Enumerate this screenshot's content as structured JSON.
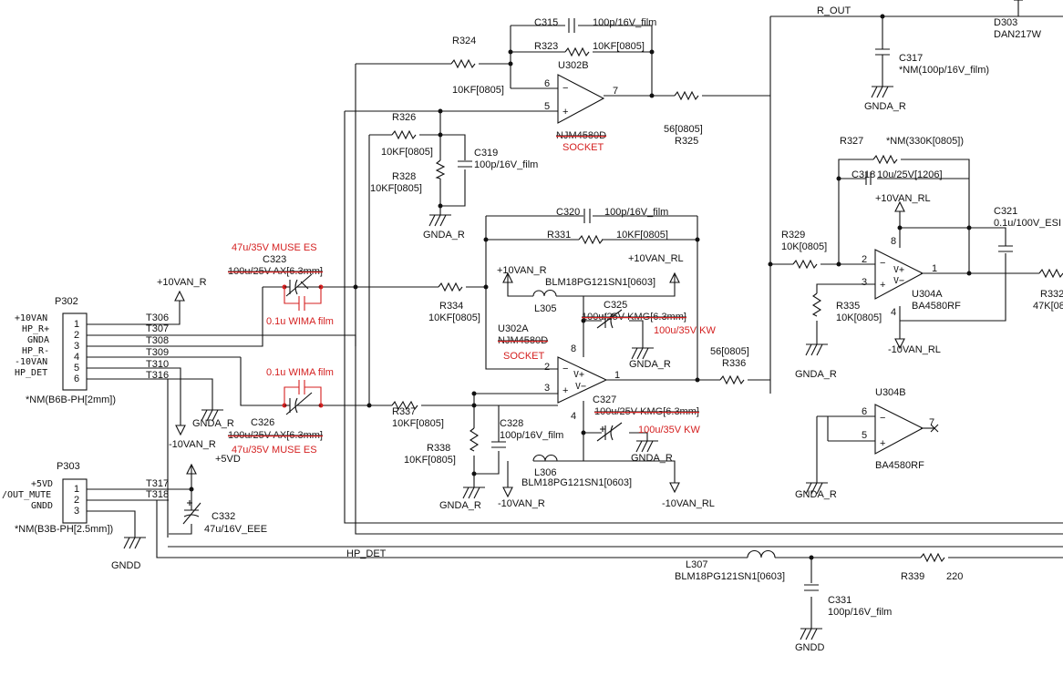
{
  "colors": {
    "wire": "#111111",
    "modification": "#d42020",
    "background": "#ffffff"
  },
  "nets": {
    "r_out": "R_OUT",
    "hp_det": "HP_DET"
  },
  "components": {
    "c315": {
      "ref": "C315",
      "value": "100p/16V_film"
    },
    "r323": {
      "ref": "R323",
      "value": "10KF[0805]"
    },
    "r324": {
      "ref": "R324",
      "value": "10KF[0805]"
    },
    "u302b": {
      "ref": "U302B"
    },
    "u302b_pins": {
      "inv": "6",
      "noninv": "5",
      "out": "7"
    },
    "r325": {
      "ref": "R325",
      "value": "56[0805]"
    },
    "r326": {
      "ref": "R326",
      "value": "10KF[0805]"
    },
    "r328": {
      "ref": "R328",
      "value": "10KF[0805]"
    },
    "c319": {
      "ref": "C319",
      "value": "100p/16V_film"
    },
    "gnda_r": "GNDA_R",
    "d303": {
      "ref": "D303",
      "value": "DAN217W"
    },
    "c317": {
      "ref": "C317",
      "value": "*NM(100p/16V_film)"
    },
    "r327": {
      "ref": "R327",
      "value": "*NM(330K[0805])"
    },
    "c318": {
      "ref": "C318",
      "value": "10u/25V[1206]"
    },
    "c320": {
      "ref": "C320",
      "value": "100p/16V_film"
    },
    "r331": {
      "ref": "R331",
      "value": "10KF[0805]"
    },
    "c321": {
      "ref": "C321",
      "value": "0.1u/100V_ESI"
    },
    "r329": {
      "ref": "R329",
      "value": "10K[0805]"
    },
    "u304a": {
      "ref": "U304A",
      "value": "BA4580RF"
    },
    "u304a_pins": {
      "inv": "2",
      "noninv": "3",
      "out": "1",
      "vp": "8",
      "vn": "4"
    },
    "r335": {
      "ref": "R335",
      "value": "10K[0805]"
    },
    "r332": {
      "ref": "R332",
      "value": "47K[08"
    },
    "c323": {
      "ref": "C323",
      "value": "100u/25V AX[6.3mm]",
      "replacement": "47u/35V MUSE ES",
      "bypass": "0.1u WIMA film"
    },
    "c326": {
      "ref": "C326",
      "value": "100u/25V AX[6.3mm]",
      "replacement": "47u/35V MUSE ES",
      "bypass": "0.1u WIMA film"
    },
    "r334": {
      "ref": "R334",
      "value": "10KF[0805]"
    },
    "l305": {
      "ref": "L305",
      "value": "BLM18PG121SN1[0603]"
    },
    "c325": {
      "ref": "C325",
      "value": "100u/25V KMG[6.3mm]",
      "replacement": "100u/35V KW"
    },
    "u302a": {
      "ref": "U302A",
      "value": "NJM4580D",
      "socket": "SOCKET"
    },
    "u302a_pins": {
      "inv": "2",
      "noninv": "3",
      "out": "1",
      "vp": "8",
      "vn": "4"
    },
    "u302b_part": {
      "value": "NJM4580D",
      "socket": "SOCKET"
    },
    "r336": {
      "ref": "R336",
      "value": "56[0805]"
    },
    "r337": {
      "ref": "R337",
      "value": "10KF[0805]"
    },
    "r338": {
      "ref": "R338",
      "value": "10KF[0805]"
    },
    "c328": {
      "ref": "C328",
      "value": "100p/16V_film"
    },
    "c327": {
      "ref": "C327",
      "value": "100u/25V KMG[6.3mm]",
      "replacement": "100u/35V KW"
    },
    "l306": {
      "ref": "L306",
      "value": "BLM18PG121SN1[0603]"
    },
    "u304b": {
      "ref": "U304B",
      "value": "BA4580RF"
    },
    "u304b_pins": {
      "inv": "6",
      "noninv": "5",
      "out": "7"
    },
    "l307": {
      "ref": "L307",
      "value": "BLM18PG121SN1[0603]"
    },
    "r339": {
      "ref": "R339",
      "value": "220"
    },
    "c331": {
      "ref": "C331",
      "value": "100p/16V_film"
    },
    "c332": {
      "ref": "C332",
      "value": "47u/16V_EEE"
    }
  },
  "power": {
    "p10van_r": "+10VAN_R",
    "n10van_r": "-10VAN_R",
    "p10van_rl": "+10VAN_RL",
    "n10van_rl": "-10VAN_RL",
    "p5vd": "+5VD",
    "gnda_r": "GNDA_R",
    "gndd": "GNDD"
  },
  "connectors": {
    "p302": {
      "ref": "P302",
      "part": "*NM(B6B-PH[2mm])",
      "signals": [
        "+10VAN",
        "HP_R+",
        "GNDA",
        "HP_R-",
        "-10VAN",
        "HP_DET"
      ],
      "pins": [
        "1",
        "2",
        "3",
        "4",
        "5",
        "6"
      ],
      "testpoints": [
        "T306",
        "T307",
        "T308",
        "T309",
        "T310",
        "T316"
      ]
    },
    "p303": {
      "ref": "P303",
      "part": "*NM(B3B-PH[2.5mm])",
      "signals": [
        "+5VD",
        "/OUT_MUTE",
        "GNDD"
      ],
      "pins": [
        "1",
        "2",
        "3"
      ],
      "testpoints": [
        "T317",
        "T318"
      ]
    }
  }
}
